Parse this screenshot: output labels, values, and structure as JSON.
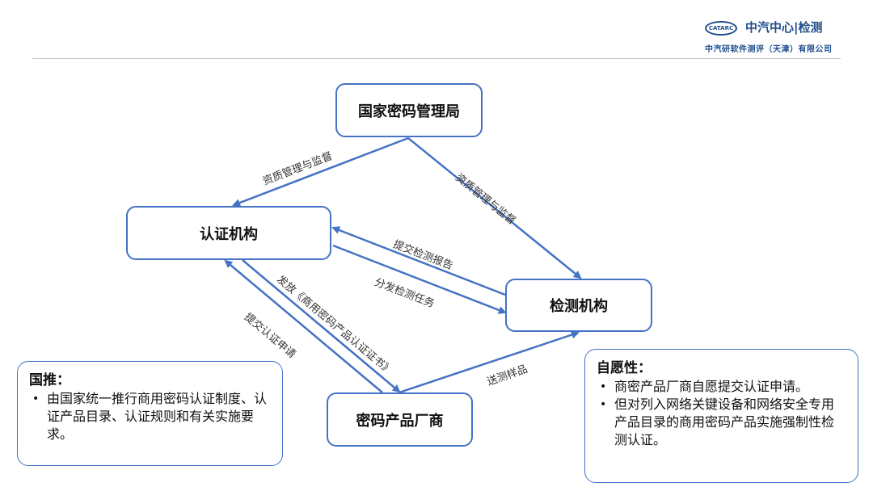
{
  "header": {
    "logo_mark": "CATARC",
    "logo_title": "中汽中心|检测",
    "logo_subtitle": "中汽研软件测评（天津）有限公司"
  },
  "nodes": {
    "admin": "国家密码管理局",
    "cert": "认证机构",
    "test": "检测机构",
    "vendor": "密码产品厂商"
  },
  "edges": {
    "admin_to_cert": "资质管理与监督",
    "admin_to_test": "资质管理与监督",
    "test_to_cert": "提交检测报告",
    "cert_to_test": "分发检测任务",
    "cert_to_vendor": "发放《商用密码产品认证证书》",
    "vendor_to_cert": "提交认证申请",
    "vendor_to_test": "送测样品"
  },
  "notes": {
    "left": {
      "title": "国推：",
      "items": [
        "由国家统一推行商用密码认证制度、认证产品目录、认证规则和有关实施要求。"
      ]
    },
    "right": {
      "title": "自愿性：",
      "items": [
        "商密产品厂商自愿提交认证申请。",
        "但对列入网络关键设备和网络安全专用产品目录的商用密码产品实施强制性检测认证。"
      ]
    }
  },
  "colors": {
    "accent": "#4472c4",
    "brand": "#1f4e8c"
  }
}
